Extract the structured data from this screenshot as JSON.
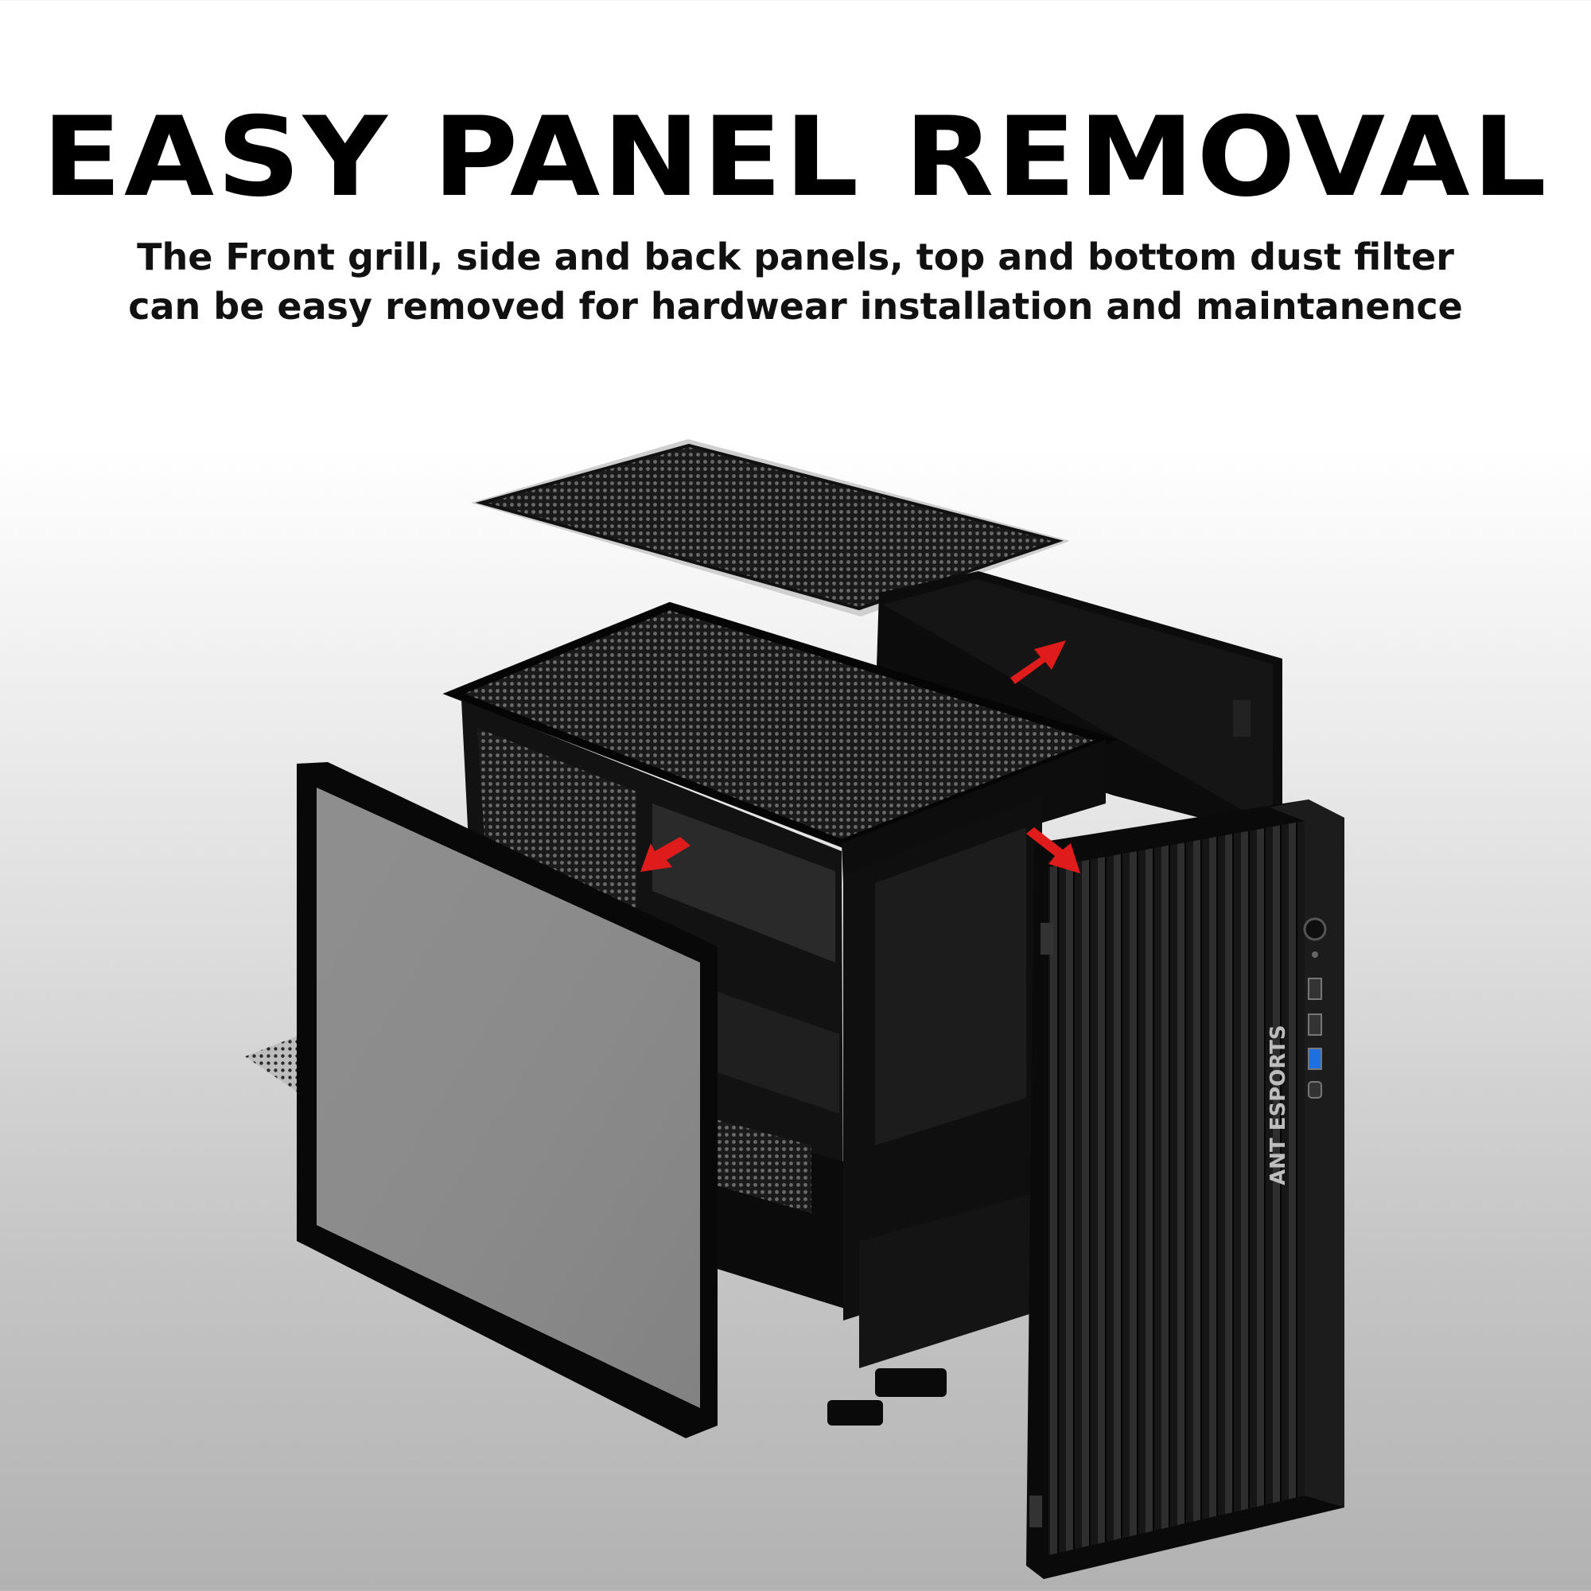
{
  "header": {
    "title": "EASY PANEL REMOVAL",
    "subtitle_line1": "The Front grill, side and back panels, top and bottom dust filter",
    "subtitle_line2": "can be easy removed for hardwear installation and maintanence"
  },
  "branding": {
    "logo_text": "ANT ESPORTS"
  },
  "colors": {
    "arrow": "#e01b1b",
    "case": "#111111",
    "text": "#000000"
  },
  "icons": [
    "arrow-icon",
    "power-button-icon",
    "usb-port-icon"
  ]
}
